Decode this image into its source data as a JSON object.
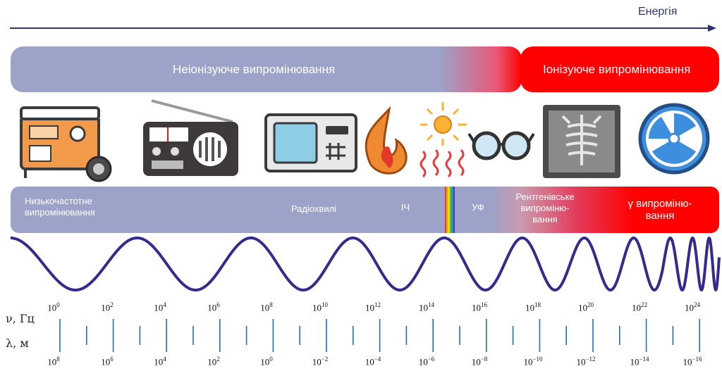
{
  "energy_label": "Енергія",
  "bands": {
    "non_ionizing": "Неіонізуюче випромінювання",
    "ionizing": "Іонізуюче випромінювання"
  },
  "spectrum": [
    {
      "line1": "Низькочастотне",
      "line2": "випромінювання",
      "line3": ""
    },
    {
      "line1": "Радіохвилі",
      "line2": "",
      "line3": ""
    },
    {
      "line1": "ІЧ",
      "line2": "",
      "line3": ""
    },
    {
      "line1": "УФ",
      "line2": "",
      "line3": ""
    },
    {
      "line1": "Рентгенівське",
      "line2": "випроміню-",
      "line3": "вання"
    },
    {
      "line1": "γ випроміню-",
      "line2": "вання",
      "line3": ""
    }
  ],
  "icons": [
    "generator-icon",
    "radio-icon",
    "microwave-icon",
    "fire-icon",
    "sun-icon",
    "glasses-icon",
    "xray-icon",
    "radiation-icon"
  ],
  "axis": {
    "frequency_symbol": "ν, Гц",
    "wavelength_symbol": "λ, м",
    "frequency_exponents": [
      "0",
      "2",
      "4",
      "6",
      "8",
      "10",
      "12",
      "14",
      "16",
      "18",
      "20",
      "22",
      "24"
    ],
    "wavelength_exponents": [
      "8",
      "6",
      "4",
      "2",
      "0",
      "−2",
      "−4",
      "−6",
      "−8",
      "−10",
      "−12",
      "−14",
      "−16"
    ]
  },
  "colors": {
    "lavender": "#9ca2c8",
    "red": "#ff0000",
    "navy": "#2e3470",
    "wave": "#352b8a",
    "tick": "#1f6fb5"
  }
}
